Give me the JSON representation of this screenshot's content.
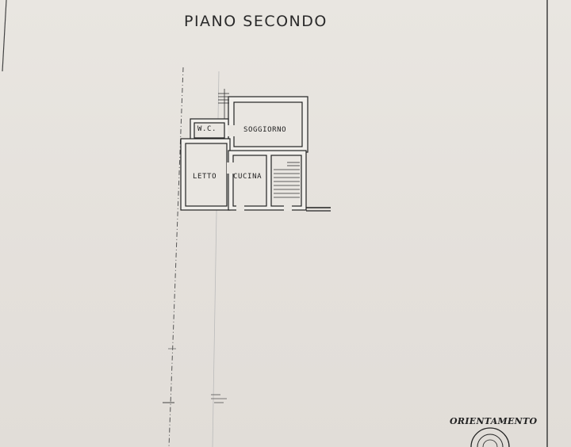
{
  "drawing": {
    "title": "PIANO SECONDO",
    "rooms": {
      "wc": "W.C.",
      "soggiorno": "SOGGIORNO",
      "letto": "LETTO",
      "cucina": "CUCINA"
    },
    "orientation_label": "ORIENTAMENTO",
    "colors": {
      "paper": "#e7e3de",
      "ink": "#2a2a2a",
      "wall_fill": "#f1efeb"
    }
  }
}
